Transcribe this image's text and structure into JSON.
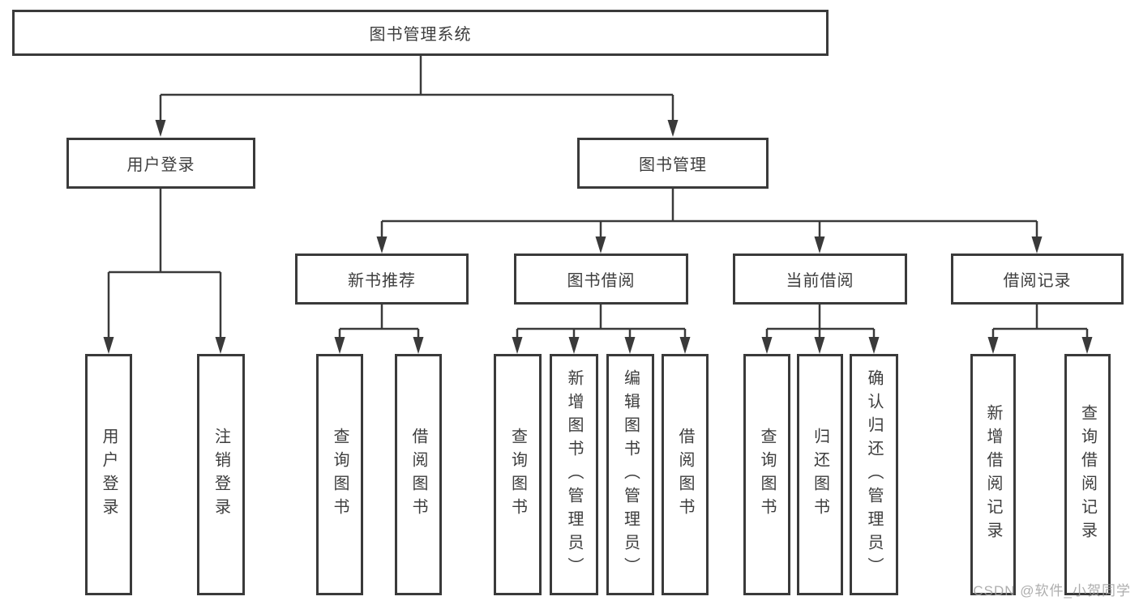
{
  "tree": {
    "root": {
      "label": "图书管理系统"
    },
    "level2": [
      {
        "label": "用户登录",
        "children": [
          {
            "label": "用户登录"
          },
          {
            "label": "注销登录"
          }
        ]
      },
      {
        "label": "图书管理",
        "groups": [
          {
            "label": "新书推荐",
            "children": [
              {
                "label": "查询图书"
              },
              {
                "label": "借阅图书"
              }
            ]
          },
          {
            "label": "图书借阅",
            "children": [
              {
                "label": "查询图书"
              },
              {
                "label": "新增图书（管理员）"
              },
              {
                "label": "编辑图书（管理员）"
              },
              {
                "label": "借阅图书"
              }
            ]
          },
          {
            "label": "当前借阅",
            "children": [
              {
                "label": "查询图书"
              },
              {
                "label": "归还图书"
              },
              {
                "label": "确认归还（管理员）"
              }
            ]
          },
          {
            "label": "借阅记录",
            "children": [
              {
                "label": "新增借阅记录"
              },
              {
                "label": "查询借阅记录"
              }
            ]
          }
        ]
      }
    ]
  },
  "colors": {
    "line": "#3a3a3a",
    "text": "#3d3d3d",
    "watermark": "#a0a0a0",
    "background": "#ffffff"
  },
  "watermark": "CSDN @软件_小贺同学"
}
